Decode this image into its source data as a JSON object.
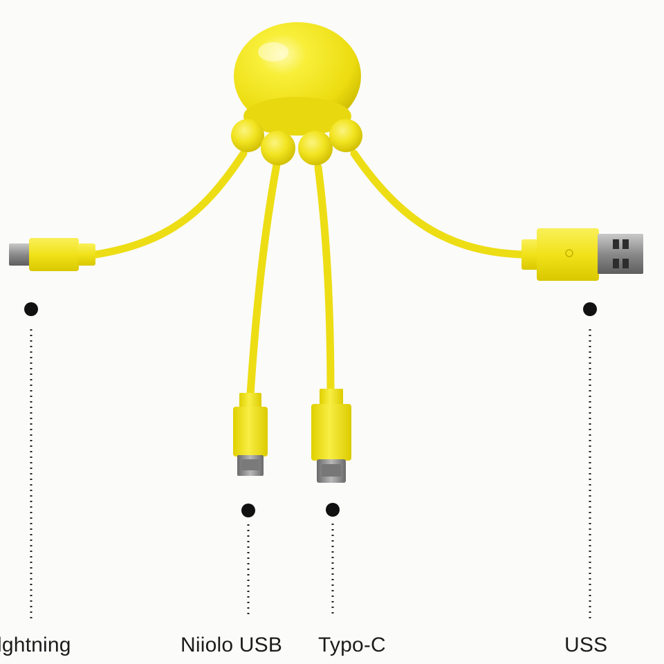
{
  "labels": {
    "lightning": "lghtning",
    "micro_usb": "Niiolo USB",
    "type_c": "Typo-C",
    "usb": "USS"
  },
  "colors": {
    "cable_yellow": "#f4e81c",
    "connector_metal": "#8c8c8c",
    "marker": "#111111",
    "background": "#fbfbfa"
  }
}
